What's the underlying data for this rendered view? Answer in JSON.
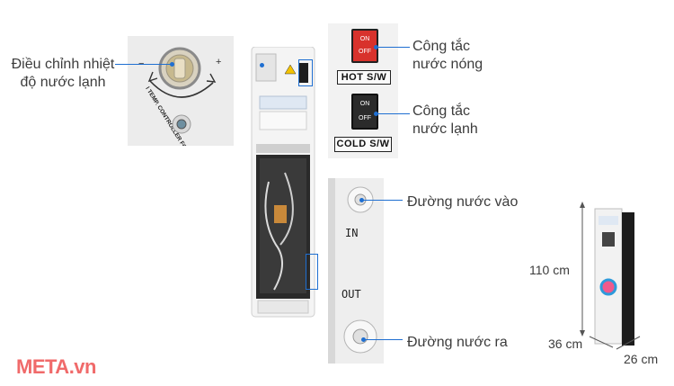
{
  "callouts": {
    "cold_adjust": "Điều chỉnh nhiệt\nđộ nước lạnh",
    "hot_switch": "Công tắc\nnước nóng",
    "cold_switch": "Công tắc\nnước lạnh",
    "water_in": "Đường nước vào",
    "water_out": "Đường nước ra"
  },
  "switches": {
    "hot_label": "HOT S/W",
    "cold_label": "COLD S/W",
    "on": "ON",
    "off": "OFF"
  },
  "ports": {
    "in_label": "IN",
    "out_label": "OUT"
  },
  "thermostat": {
    "ring_text": "I TEMP. CONTROLLER FOR COLD",
    "minus": "−",
    "plus": "+"
  },
  "dimensions": {
    "height": "110 cm",
    "depth": "36 cm",
    "width": "26 cm"
  },
  "brand": {
    "logo": "META.vn"
  },
  "colors": {
    "callout": "#1f6fd1",
    "hot_switch": "#d8322c",
    "cold_switch": "#2b2b2b",
    "logo": "#f06a6a"
  }
}
